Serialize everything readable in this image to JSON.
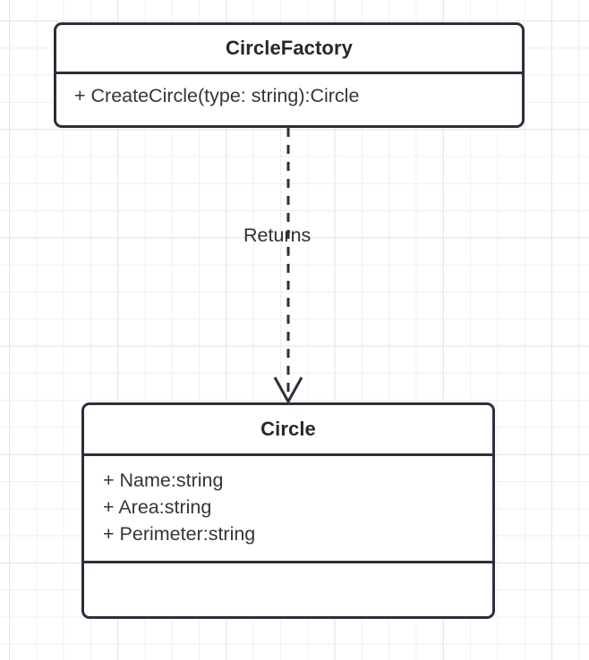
{
  "diagram": {
    "type": "uml-class-diagram",
    "background": {
      "grid": true,
      "grid_minor_color": "#efefef",
      "grid_major_color": "#e3e4e6",
      "page_color": "#ffffff"
    },
    "stroke_color": "#2b303a",
    "text_color": "#25282e"
  },
  "classes": [
    {
      "id": "circlefactory",
      "name": "CircleFactory",
      "attributes": [],
      "methods": [
        "+ CreateCircle(type: string):Circle"
      ]
    },
    {
      "id": "circle",
      "name": "Circle",
      "attributes": [
        "+ Name:string",
        "+ Area:string",
        "+ Perimeter:string"
      ],
      "methods": []
    }
  ],
  "relationships": [
    {
      "id": "returns",
      "label": "Returns",
      "from": "circlefactory",
      "to": "circle",
      "line_style": "dashed",
      "arrow_head": "open"
    }
  ]
}
